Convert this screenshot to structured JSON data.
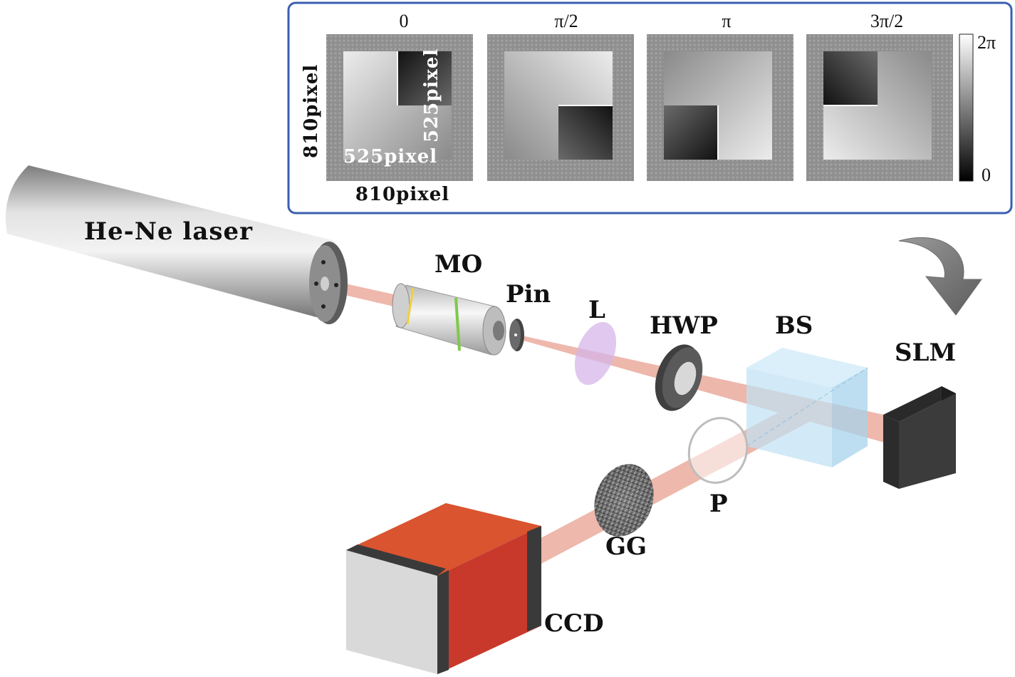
{
  "inset": {
    "panels": [
      {
        "phase_label": "0",
        "quadrant_rotation": 0
      },
      {
        "phase_label": "π/2",
        "quadrant_rotation": 1
      },
      {
        "phase_label": "π",
        "quadrant_rotation": 2
      },
      {
        "phase_label": "3π/2",
        "quadrant_rotation": 3
      }
    ],
    "colorbar": {
      "max_label": "2π",
      "min_label": "0"
    },
    "dims": {
      "outer_width": "810pixel",
      "outer_height": "810pixel",
      "inner_width": "525pixel",
      "inner_height": "525pixel"
    },
    "border_color": "#3a5fb0"
  },
  "components": {
    "laser": "He-Ne laser",
    "mo": "MO",
    "pin": "Pin",
    "lens": "L",
    "hwp": "HWP",
    "bs": "BS",
    "slm": "SLM",
    "polarizer": "P",
    "gg": "GG",
    "ccd": "CCD"
  },
  "colors": {
    "beam": "#e8a090",
    "ccd_red": "#c8392b",
    "ccd_top": "#d9542f",
    "lens": "#d6b6e8",
    "bs": "#b9def2"
  }
}
